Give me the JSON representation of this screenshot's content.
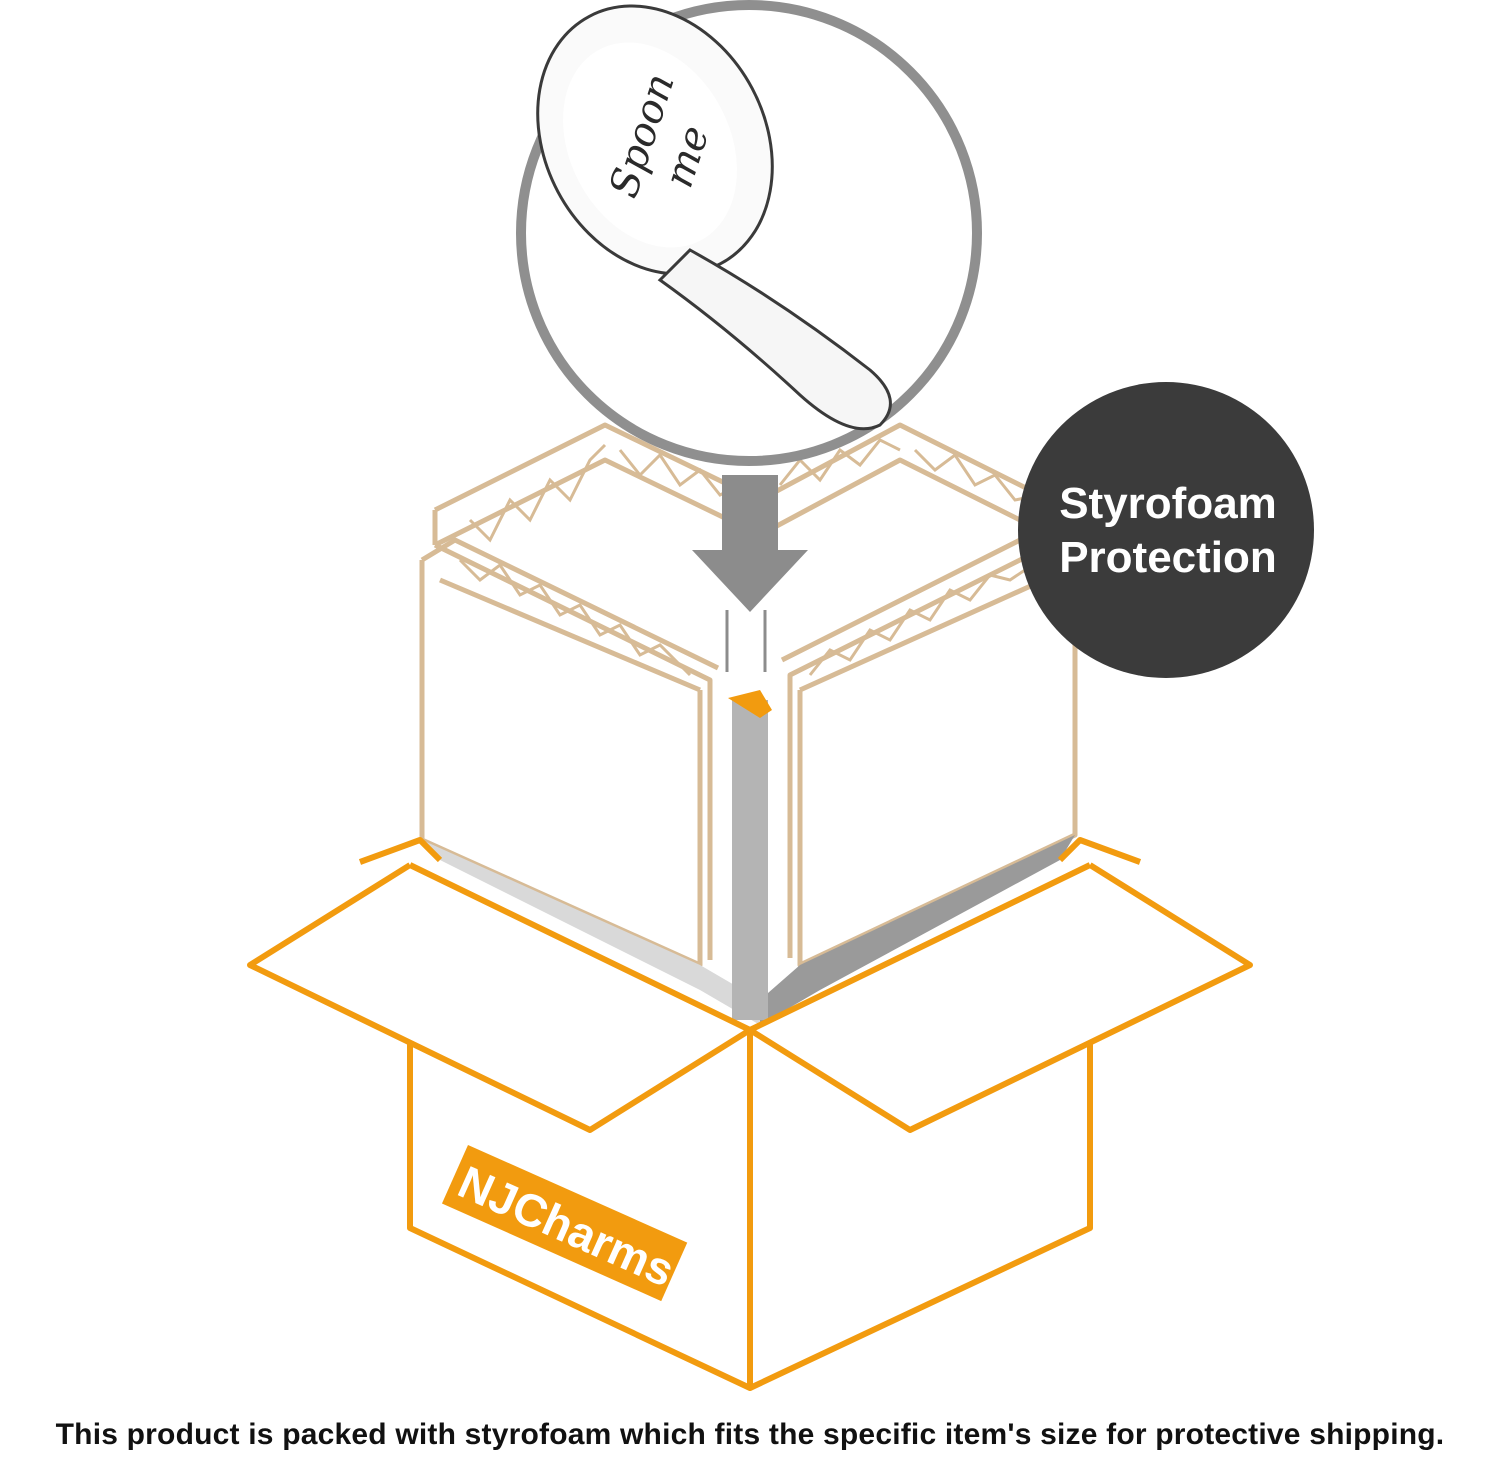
{
  "badge": {
    "line1": "Styrofoam",
    "line2": "Protection",
    "color": "#3b3b3b"
  },
  "spoon": {
    "engraving_line1": "Spoon",
    "engraving_line2": "me"
  },
  "box": {
    "brand_logo": "NJCharms",
    "outline_color": "#f29b0f",
    "insert_color": "#d7bb96",
    "arrow_color": "#8c8c8c"
  },
  "caption": "This product is packed with styrofoam which fits the specific item's size for protective shipping."
}
